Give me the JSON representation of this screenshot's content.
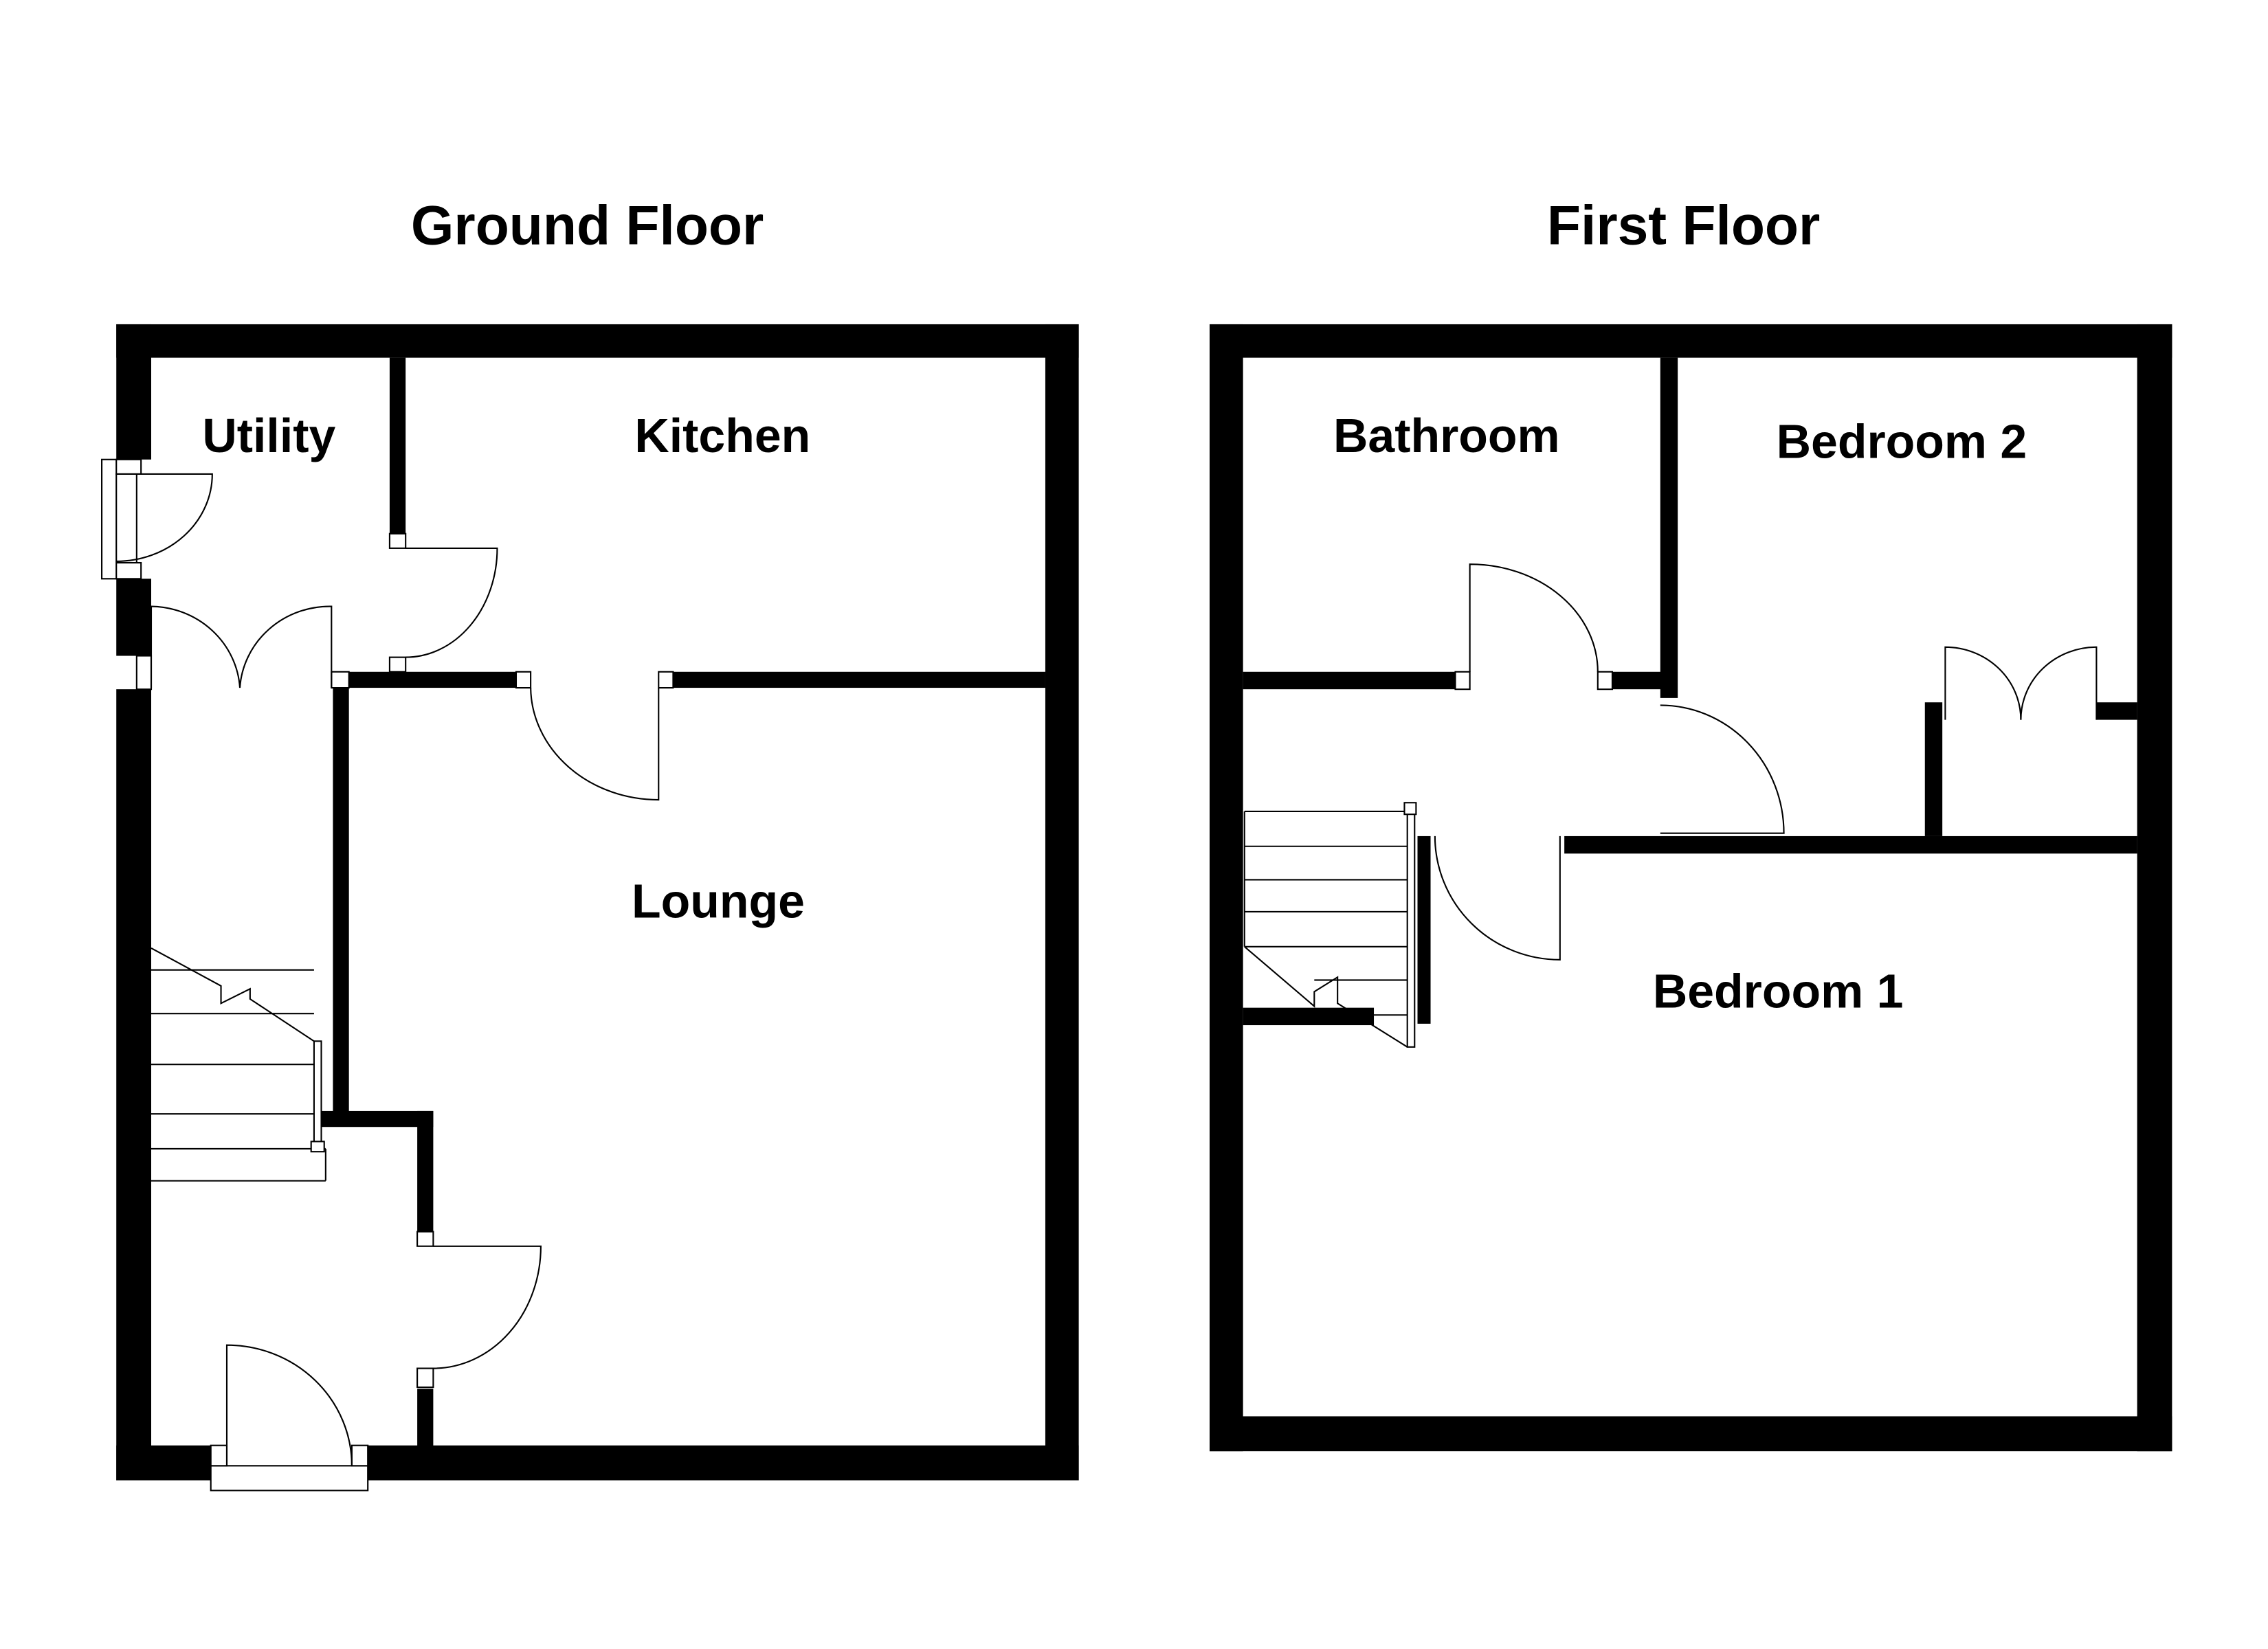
{
  "floors": [
    {
      "title": "Ground Floor",
      "rooms": [
        {
          "name": "Utility"
        },
        {
          "name": "Kitchen"
        },
        {
          "name": "Lounge"
        }
      ]
    },
    {
      "title": "First Floor",
      "rooms": [
        {
          "name": "Bathroom"
        },
        {
          "name": "Bedroom 2"
        },
        {
          "name": "Bedroom 1"
        }
      ]
    }
  ],
  "colors": {
    "wall": "#000000",
    "background": "#ffffff"
  }
}
